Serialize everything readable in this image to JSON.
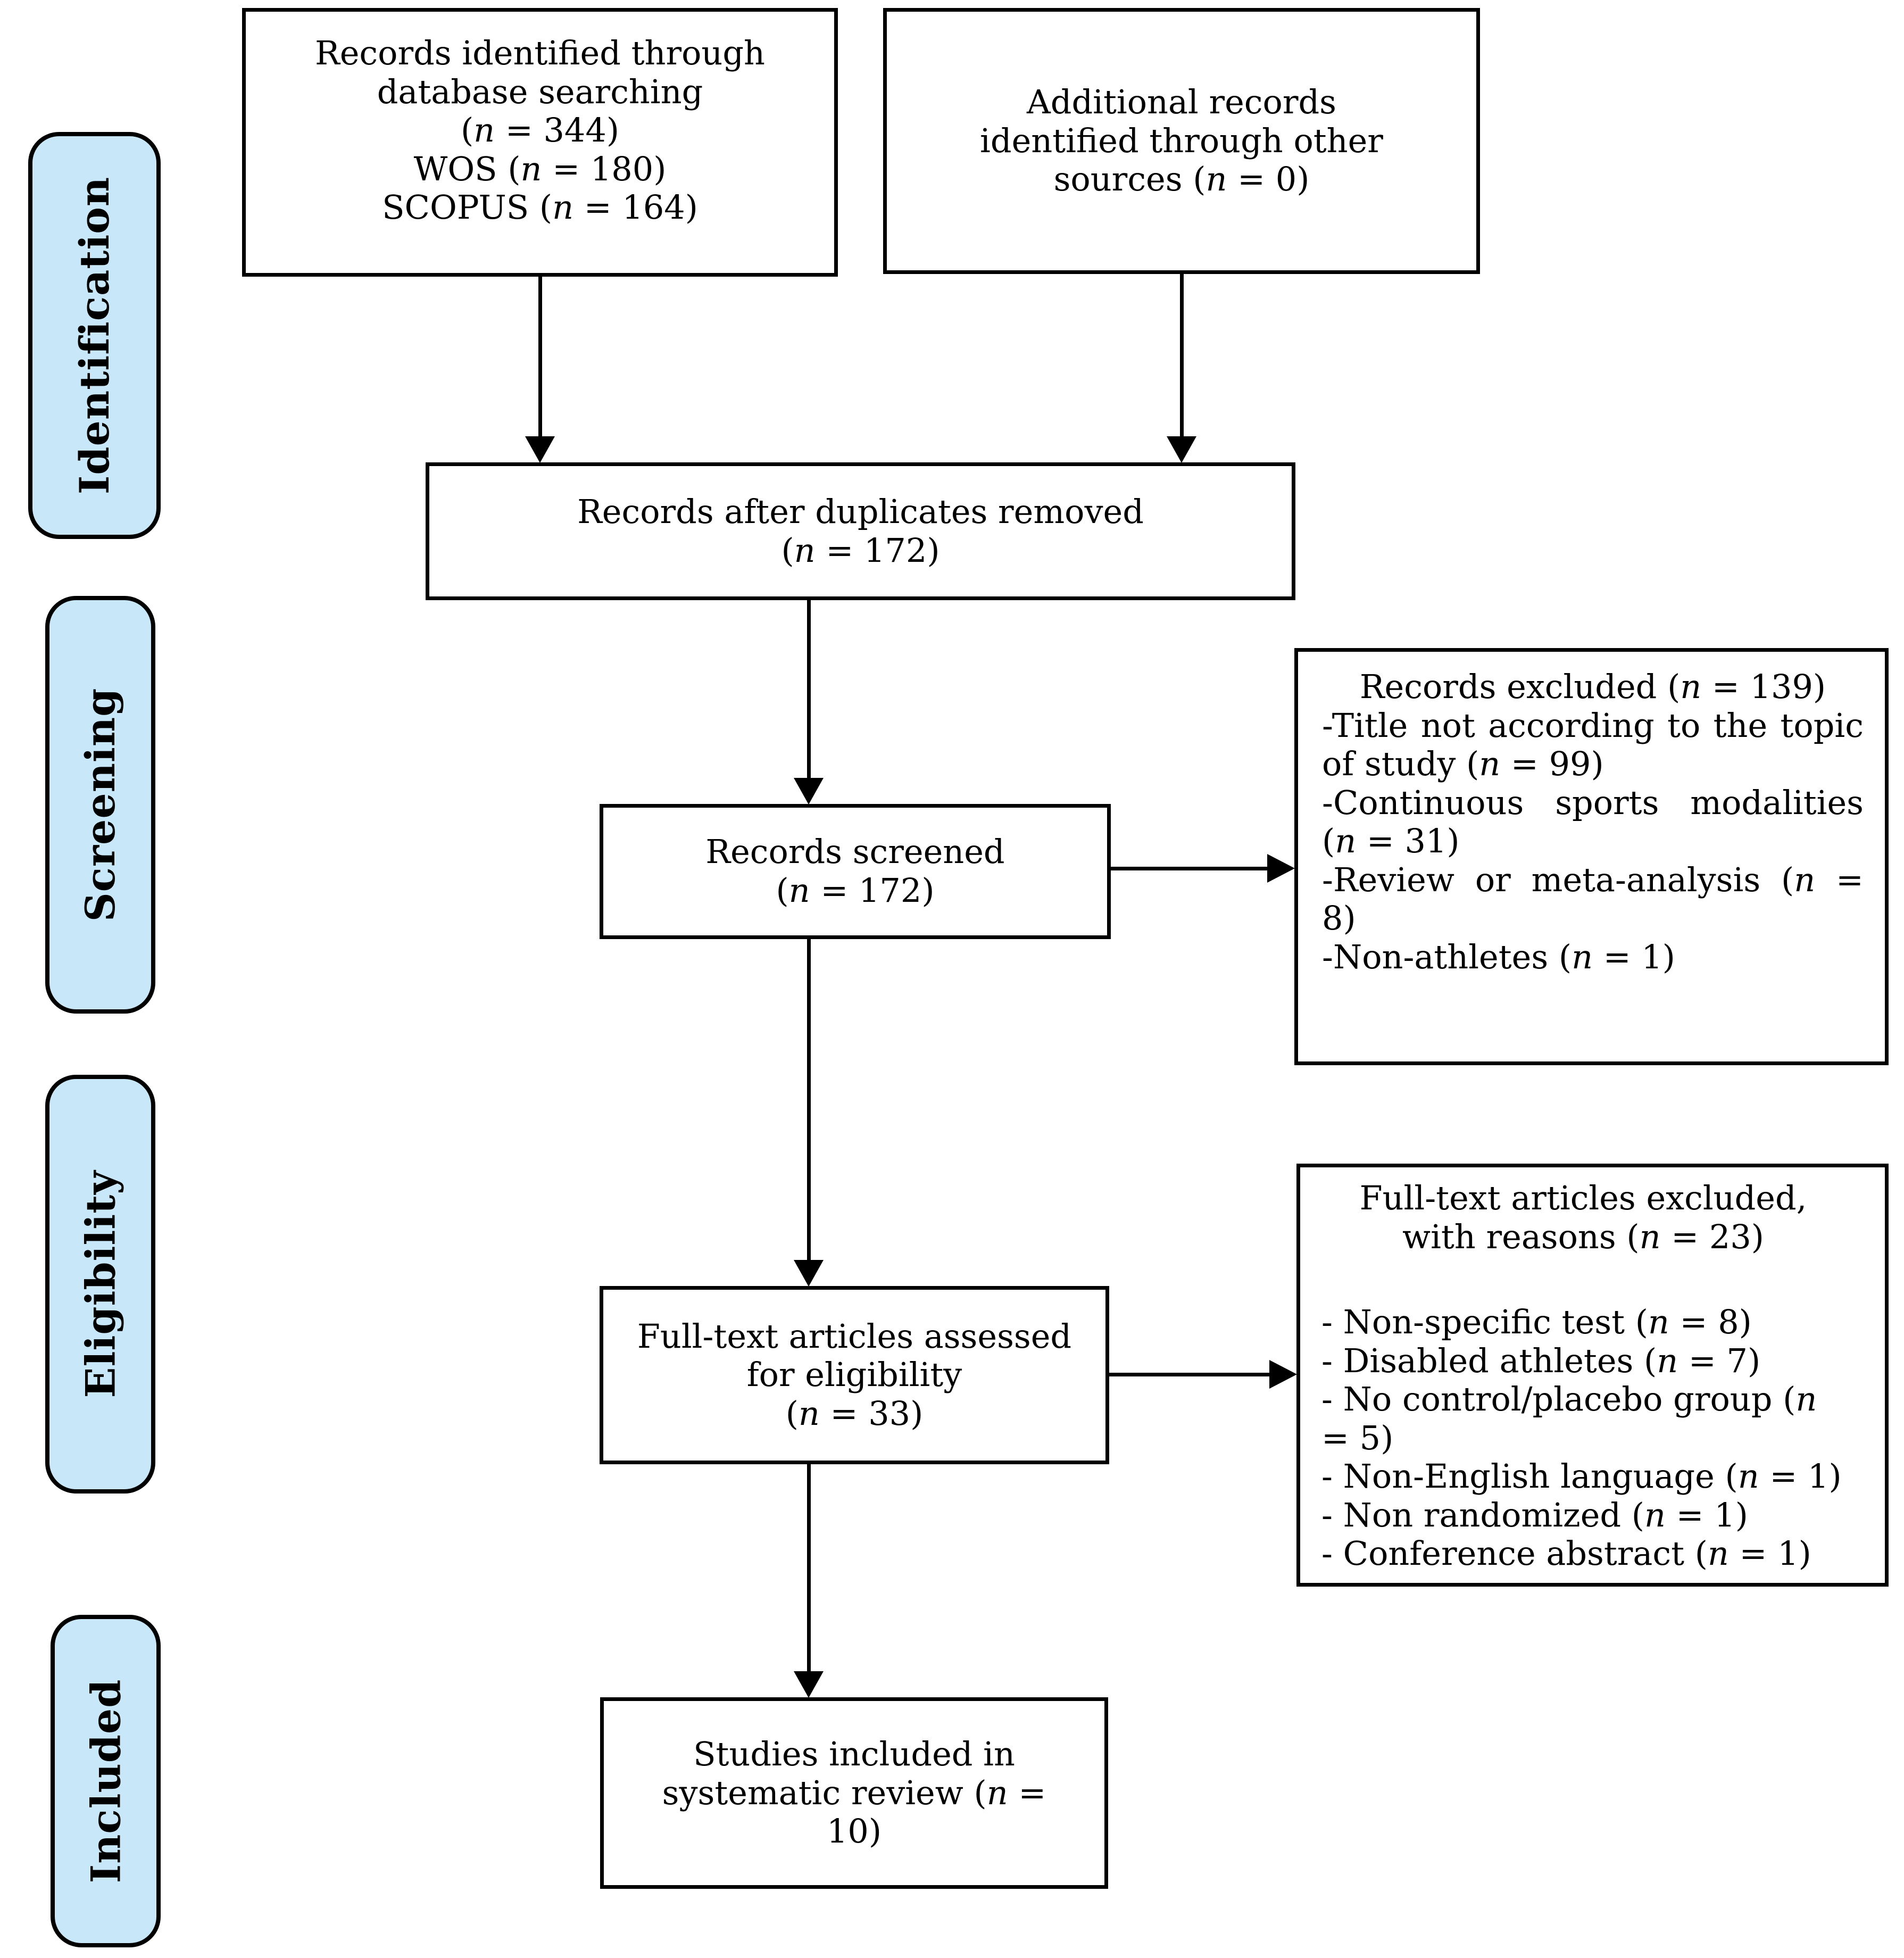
{
  "colors": {
    "stage_fill": "#c8e7f8",
    "box_fill": "#ffffff",
    "line": "#000000"
  },
  "stages": [
    {
      "label": "Identification"
    },
    {
      "label": "Screening"
    },
    {
      "label": "Eligibility"
    },
    {
      "label": "Included"
    }
  ],
  "boxes": {
    "identified": {
      "paragraphs": [
        "Records identified through database searching",
        "(n = 344)",
        "WOS (n = 180)",
        "SCOPUS (n = 164)"
      ]
    },
    "additional": {
      "paragraphs": [
        "Additional records identified through other sources (n =  0)"
      ]
    },
    "duplicates_removed": {
      "paragraphs": [
        "Records after duplicates removed",
        "(n = 172)"
      ]
    },
    "screened": {
      "paragraphs": [
        "Records screened",
        "(n = 172)"
      ]
    },
    "records_excluded": {
      "paragraphs": [
        "Records excluded (n = 139)",
        "-Title not according to the topic of study (n = 99)",
        "-Continuous sports modalities (n = 31)",
        "-Review or meta-analysis (n = 8)",
        "-Non-athletes (n = 1)"
      ]
    },
    "fulltext_assessed": {
      "paragraphs": [
        "Full-text articles assessed for eligibility",
        "(n = 33)"
      ]
    },
    "fulltext_excluded": {
      "paragraphs": [
        "Full-text articles excluded, with reasons (n = 23)",
        "- Non-specific test (n = 8)",
        "- Disabled athletes (n = 7)",
        "- No control/placebo group (n = 5)",
        "- Non-English language (n = 1)",
        "- Non randomized (n = 1)",
        "- Conference abstract (n = 1)"
      ]
    },
    "included_studies": {
      "paragraphs": [
        "Studies included in systematic review (n = 10)"
      ]
    }
  }
}
